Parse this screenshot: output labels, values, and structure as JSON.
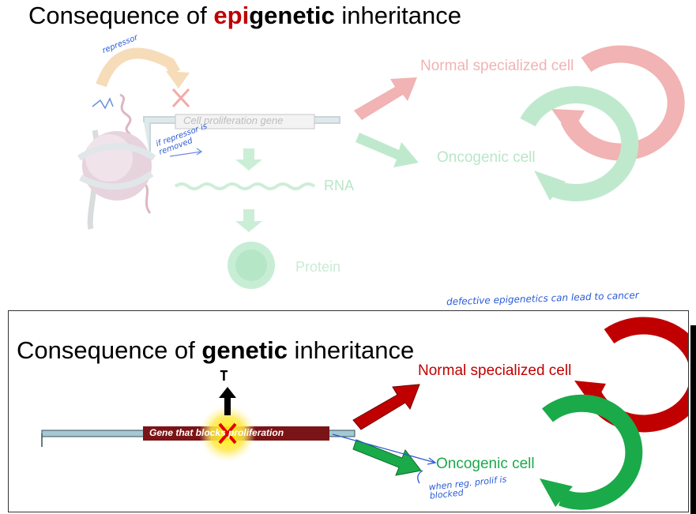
{
  "top": {
    "title_prefix": "Consequence of ",
    "title_highlight_1": "epi",
    "title_highlight_2": "genetic",
    "title_suffix": " inheritance",
    "gene_label": "Cell proliferation gene",
    "rna_label": "RNA",
    "protein_label": "Protein",
    "normal_label": "Normal specialized cell",
    "oncogenic_label": "Oncogenic cell",
    "note_repressor": "repressor",
    "note_removed": "if repressor is removed"
  },
  "bottom": {
    "title_prefix": "Consequence of ",
    "title_bold": "genetic",
    "title_suffix": " inheritance",
    "mutation_letter": "T",
    "gene_label": "Gene that blocks proliferation",
    "normal_label": "Normal specialized cell",
    "oncogenic_label": "Oncogenic cell",
    "note_defective": "defective epigenetics can lead to cancer",
    "note_when": "when reg. prolif is blocked"
  },
  "colors": {
    "normal_red": "#c00000",
    "oncogenic_green": "#1aaa4a",
    "faded_red": "#f1b3b3",
    "faded_green": "#b9e6c8",
    "gene_bar": "#a6c8d3",
    "gene_box_dark": "#7b1416",
    "pen_blue": "#2a5bd7"
  }
}
